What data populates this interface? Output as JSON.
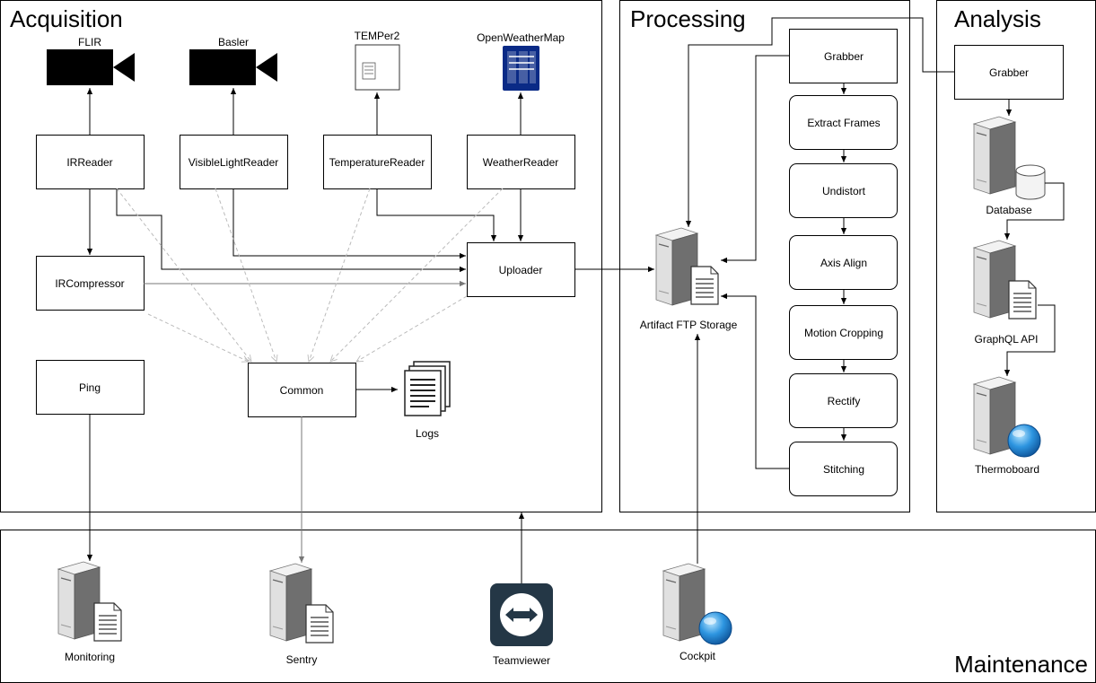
{
  "sections": {
    "acquisition": "Acquisition",
    "processing": "Processing",
    "analysis": "Analysis",
    "maintenance": "Maintenance"
  },
  "acquisition": {
    "devices": {
      "flir": "FLIR",
      "basler": "Basler",
      "temper": "TEMPer2",
      "openweathermap": "OpenWeatherMap"
    },
    "nodes": {
      "irreader": "IRReader",
      "visiblelightreader": "VisibleLightReader",
      "temperaturereader": "TemperatureReader",
      "weatherreader": "WeatherReader",
      "ircompressor": "IRCompressor",
      "uploader": "Uploader",
      "ping": "Ping",
      "common": "Common"
    },
    "logs": "Logs"
  },
  "processing": {
    "storage": "Artifact FTP Storage",
    "steps": [
      "Grabber",
      "Extract Frames",
      "Undistort",
      "Axis Align",
      "Motion Cropping",
      "Rectify",
      "Stitching"
    ]
  },
  "analysis": {
    "grabber": "Grabber",
    "database": "Database",
    "graphql": "GraphQL API",
    "thermoboard": "Thermoboard"
  },
  "maintenance": {
    "monitoring": "Monitoring",
    "sentry": "Sentry",
    "teamviewer": "Teamviewer",
    "cockpit": "Cockpit"
  },
  "colors": {
    "openweathermap_icon": "#0a2a86",
    "globe": "#1e88d8",
    "teamviewer_bg": "#243746",
    "server_light": "#e6e6e6",
    "server_dark": "#6f6f6f"
  }
}
